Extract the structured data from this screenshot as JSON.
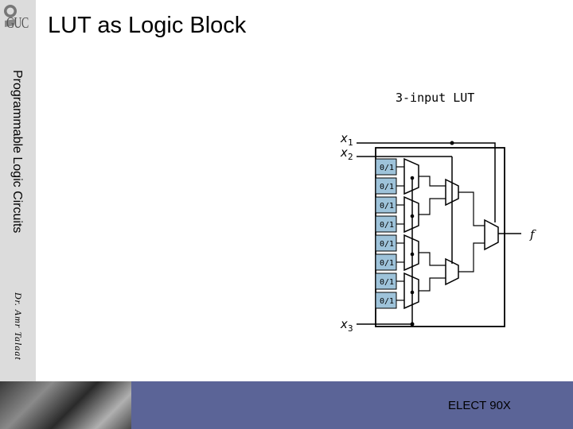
{
  "slide": {
    "title": "LUT as Logic Block",
    "logo_text": "GUC",
    "sidebar_course": "Programmable Logic Circuits",
    "sidebar_author": "Dr. Amr Talaat",
    "footer_label": "ELECT 90X"
  },
  "diagram": {
    "heading": "3-input LUT",
    "input_x1": "x",
    "input_x1_sub": "1",
    "input_x2": "x",
    "input_x2_sub": "2",
    "input_x3": "x",
    "input_x3_sub": "3",
    "output": "f",
    "cells": [
      "0/1",
      "0/1",
      "0/1",
      "0/1",
      "0/1",
      "0/1",
      "0/1",
      "0/1"
    ]
  }
}
